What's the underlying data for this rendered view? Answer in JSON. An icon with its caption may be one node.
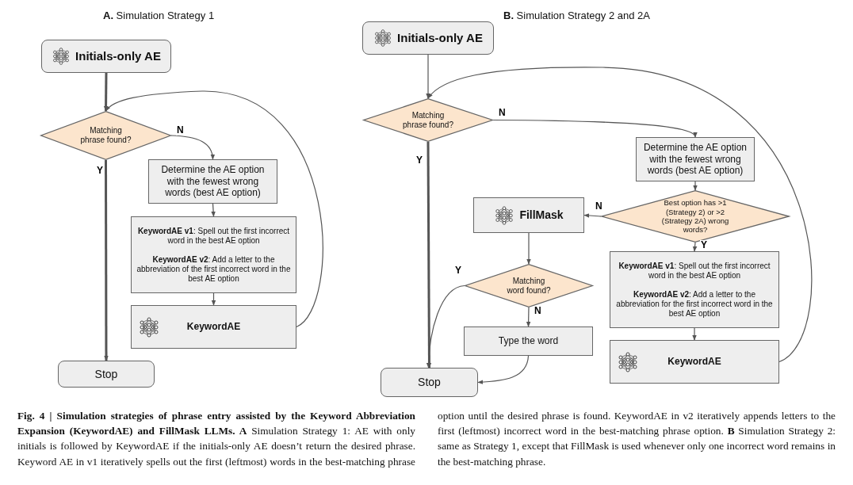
{
  "diagram": {
    "nodes": [
      {
        "text": [
          "Initials-only AE"
        ]
      },
      {
        "text": [
          "Matching phrase found?"
        ]
      },
      {
        "text": [
          "Determine the AE option with the fewest wrong words (best AE option)"
        ]
      },
      {
        "text": [
          "**KeywordAE v1**: Spell out the first incorrect word in the best AE option",
          "**KeywordAE v2**: Add a letter to the abbreviation of the first incorrect word in the best AE option"
        ]
      },
      {
        "text": [
          "KeywordAE"
        ]
      },
      {
        "text": [
          "Stop"
        ]
      },
      {
        "text": [
          "Initials-only AE"
        ]
      },
      {
        "text": [
          "Matching phrase found?"
        ]
      },
      {
        "text": [
          "Determine the AE option with the fewest wrong words (best AE option)"
        ]
      },
      {
        "text": [
          "Best option has >1 (Strategy 2) or >2 (Strategy 2A) wrong words?"
        ]
      },
      {
        "text": [
          "FillMask"
        ]
      },
      {
        "text": [
          "**KeywordAE v1**: Spell out the first incorrect word in the best AE option",
          "**KeywordAE v2**: Add a letter to the abbreviation for the first incorrect word in the best AE option"
        ]
      },
      {
        "text": [
          "Matching word found?"
        ]
      },
      {
        "text": [
          "Type the word"
        ]
      },
      {
        "text": [
          "KeywordAE"
        ]
      },
      {
        "text": [
          "Stop"
        ]
      }
    ],
    "edges": [
      {
        "from": 0,
        "to": 1,
        "arrow": "to",
        "style": "thick"
      },
      {
        "from": 1,
        "to": 2,
        "arrow": "to",
        "label": "N"
      },
      {
        "from": 1,
        "to": 5,
        "arrow": "to",
        "label": "Y",
        "style": "thick"
      },
      {
        "from": 2,
        "to": 3,
        "arrow": "to"
      },
      {
        "from": 3,
        "to": 4,
        "arrow": "to"
      },
      {
        "from": 4,
        "to": 1,
        "arrow": "to"
      },
      {
        "from": 6,
        "to": 7,
        "arrow": "to"
      },
      {
        "from": 7,
        "to": 8,
        "arrow": "to",
        "label": "N"
      },
      {
        "from": 7,
        "to": 15,
        "arrow": "to",
        "label": "Y",
        "style": "thick"
      },
      {
        "from": 8,
        "to": 9,
        "arrow": "to"
      },
      {
        "from": 9,
        "to": 10,
        "arrow": "to",
        "label": "N"
      },
      {
        "from": 9,
        "to": 11,
        "arrow": "to",
        "label": "Y"
      },
      {
        "from": 10,
        "to": 12,
        "arrow": "to"
      },
      {
        "from": 12,
        "to": 15,
        "arrow": "to",
        "label": "Y"
      },
      {
        "from": 12,
        "to": 13,
        "arrow": "to",
        "label": "N"
      },
      {
        "from": 13,
        "to": 15,
        "arrow": "to"
      },
      {
        "from": 11,
        "to": 14,
        "arrow": "to"
      },
      {
        "from": 14,
        "to": 7,
        "arrow": "to"
      }
    ],
    "labels": [
      "**A.** Simulation Strategy 1",
      "**B.** Simulation Strategy 2 and 2A"
    ],
    "caption": "**Fig. 4 | Simulation strategies of phrase entry assisted by the Keyword Abbreviation Expansion (KeywordAE) and FillMask LLMs. A** Simulation Strategy 1: AE with only initials is followed by KeywordAE if the initials-only AE doesn’t return the desired phrase. Keyword AE in v1 iteratively spells out the first (leftmost) words in the best-matching phrase option until the desired phrase is found. KeywordAE in v2 iteratively appends letters to the first (leftmost) incorrect word in the best-matching phrase option. **B** Simulation Strategy 2: same as Strategy 1, except that FillMask is used whenever only one incorrect word remains in the best-matching phrase."
  }
}
